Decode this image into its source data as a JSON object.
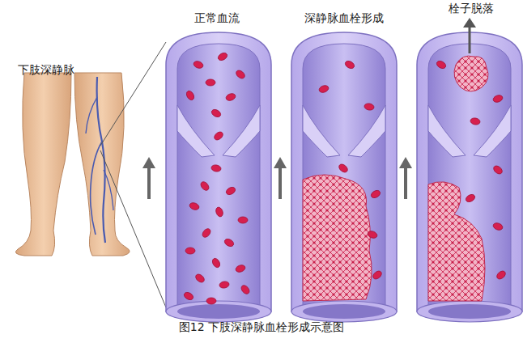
{
  "diagram": {
    "caption": "图12  下肢深静脉血栓形成示意图",
    "labels": [
      "下肢深静脉",
      "正常血流",
      "深静脉血栓形成",
      "栓子脱落"
    ]
  }
}
